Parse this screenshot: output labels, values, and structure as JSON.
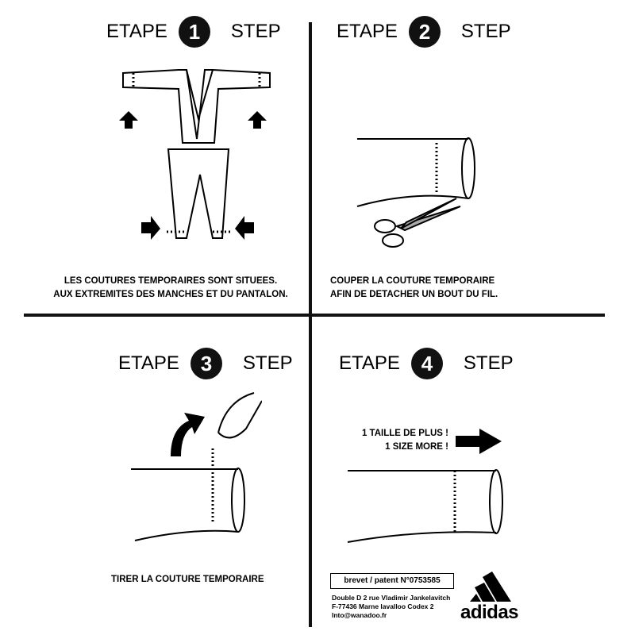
{
  "steps": [
    {
      "etape": "ETAPE",
      "number": "1",
      "step": "STEP",
      "caption_lines": [
        "LES COUTURES TEMPORAIRES SONT SITUEES.",
        "AUX EXTREMITES DES MANCHES ET DU PANTALON."
      ]
    },
    {
      "etape": "ETAPE",
      "number": "2",
      "step": "STEP",
      "caption_lines": [
        "COUPER LA COUTURE TEMPORAIRE",
        "AFIN DE DETACHER UN BOUT DU FIL."
      ]
    },
    {
      "etape": "ETAPE",
      "number": "3",
      "step": "STEP",
      "caption_lines": [
        "TIRER LA COUTURE TEMPORAIRE"
      ]
    },
    {
      "etape": "ETAPE",
      "number": "4",
      "step": "STEP",
      "size_note": [
        "1 TAILLE DE PLUS !",
        "1 SIZE MORE !"
      ]
    }
  ],
  "footer": {
    "patent": "brevet / patent N°0753585",
    "address": [
      "Double D 2 rue Vladimir Jankelavitch",
      "F-77436  Marne lavalloo Codex 2",
      "Into@wanadoo.fr"
    ],
    "brand": "adidas"
  }
}
